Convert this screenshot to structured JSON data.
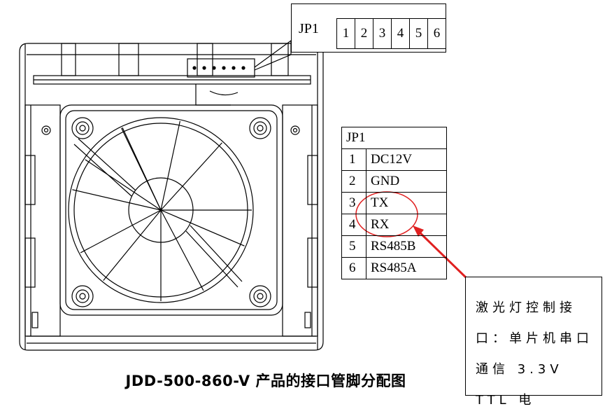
{
  "callout": {
    "label": "JP1",
    "pins": [
      "1",
      "2",
      "3",
      "4",
      "5",
      "6"
    ]
  },
  "pin_table": {
    "header": "JP1",
    "rows": [
      {
        "pin": "1",
        "signal": "DC12V"
      },
      {
        "pin": "2",
        "signal": "GND"
      },
      {
        "pin": "3",
        "signal": "TX"
      },
      {
        "pin": "4",
        "signal": "RX"
      },
      {
        "pin": "5",
        "signal": "RS485B"
      },
      {
        "pin": "6",
        "signal": "RS485A"
      }
    ]
  },
  "note": {
    "text": "激光灯控制接口：单片机串口通信 3.3V TTL 电"
  },
  "caption": "JDD-500-860-V 产品的接口管脚分配图",
  "colors": {
    "line": "#000000",
    "highlight": "#e02020"
  }
}
